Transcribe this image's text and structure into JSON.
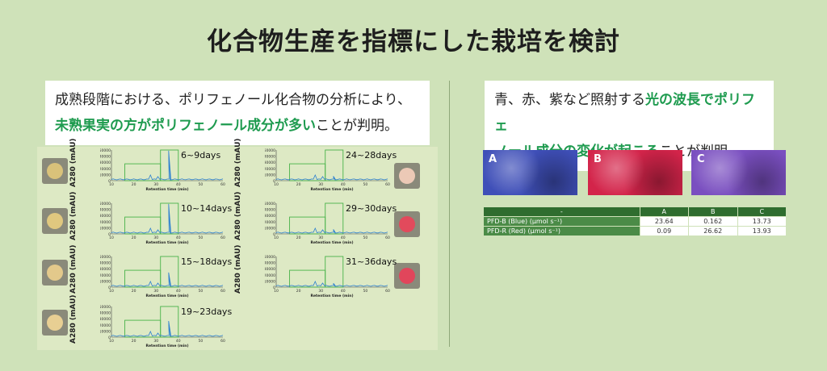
{
  "title": "化合物生産を指標にした栽培を検討",
  "left_note": {
    "line1": "成熟段階における、ポリフェノール化合物の分析により、",
    "line2_highlight": "未熟果実の方がポリフェノール成分が多い",
    "line2_rest": "ことが判明。"
  },
  "right_note": {
    "line1_plain": "青、赤、紫など照射する",
    "line1_highlight": "光の波長でポリフェ",
    "line2_highlight": "ノール成分の変化が起こる",
    "line2_rest": "ことが判明。"
  },
  "chromatograms": [
    {
      "days": "6~9days",
      "ylabel": "A280 (mAU)",
      "peak": 0.95,
      "fruit_color": "#d9c27a"
    },
    {
      "days": "10~14days",
      "ylabel": "A280 (mAU)",
      "peak": 0.95,
      "fruit_color": "#e0c87f"
    },
    {
      "days": "15~18days",
      "ylabel": "A280 (mAU)",
      "peak": 0.45,
      "fruit_color": "#e3c98b"
    },
    {
      "days": "19~23days",
      "ylabel": "A280 (mAU)",
      "peak": 0.5,
      "fruit_color": "#e8cf93"
    },
    {
      "days": "24~28days",
      "ylabel": "A280 (mAU)",
      "peak": 0.12,
      "fruit_color": "#ecc9b6"
    },
    {
      "days": "29~30days",
      "ylabel": "A280 (mAU)",
      "peak": 0.12,
      "fruit_color": "#e24a5c"
    },
    {
      "days": "31~36days",
      "ylabel": "A280 (mAU)",
      "peak": 0.1,
      "fruit_color": "#e1465b"
    }
  ],
  "axis": {
    "xlabel": "Retention time (min)",
    "xticks": [
      "10",
      "20",
      "30",
      "40",
      "50",
      "60"
    ],
    "yticks": [
      "50000",
      "40000",
      "30000",
      "20000",
      "10000",
      "0"
    ]
  },
  "images": [
    {
      "label": "A",
      "color": "#3f4fb8"
    },
    {
      "label": "B",
      "color": "#d3244a"
    },
    {
      "label": "C",
      "color": "#7a4fc0"
    }
  ],
  "table": {
    "header": [
      "-",
      "A",
      "B",
      "C"
    ],
    "rows": [
      {
        "name": "PFD-B (Blue) (µmol s⁻¹)",
        "values": [
          "23.64",
          "0.162",
          "13.73"
        ]
      },
      {
        "name": "PFD-R (Red) (µmol s⁻¹)",
        "values": [
          "0.09",
          "26.62",
          "13.93"
        ]
      }
    ]
  },
  "colors": {
    "background": "#cfe2b9",
    "highlight": "#1e9b4f",
    "trace": "#2a7fd0",
    "box": "#49b34a"
  }
}
